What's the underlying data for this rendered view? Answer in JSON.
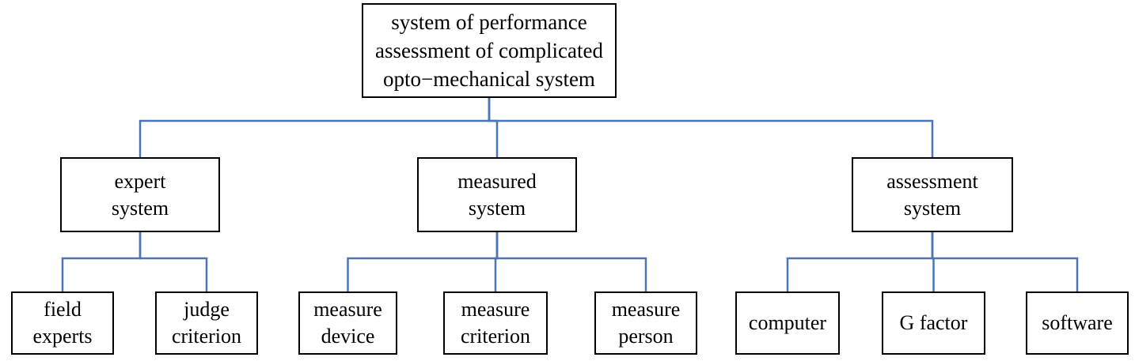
{
  "colors": {
    "connector": "#4a76b4",
    "box_border": "#000000",
    "background": "#ffffff"
  },
  "nodes": {
    "root": "system of performance\nassessment of complicated\nopto−mechanical system",
    "expert_system": "expert\nsystem",
    "measured_system": "measured\nsystem",
    "assessment_system": "assessment\nsystem",
    "field_experts": "field\nexperts",
    "judge_criterion": "judge\ncriterion",
    "measure_device": "measure\ndevice",
    "measure_criterion": "measure\ncriterion",
    "measure_person": "measure\nperson",
    "computer": "computer",
    "g_factor": "G factor",
    "software": "software"
  },
  "edges": [
    [
      "root",
      "expert_system"
    ],
    [
      "root",
      "measured_system"
    ],
    [
      "root",
      "assessment_system"
    ],
    [
      "expert_system",
      "field_experts"
    ],
    [
      "expert_system",
      "judge_criterion"
    ],
    [
      "measured_system",
      "measure_device"
    ],
    [
      "measured_system",
      "measure_criterion"
    ],
    [
      "measured_system",
      "measure_person"
    ],
    [
      "assessment_system",
      "computer"
    ],
    [
      "assessment_system",
      "g_factor"
    ],
    [
      "assessment_system",
      "software"
    ]
  ]
}
